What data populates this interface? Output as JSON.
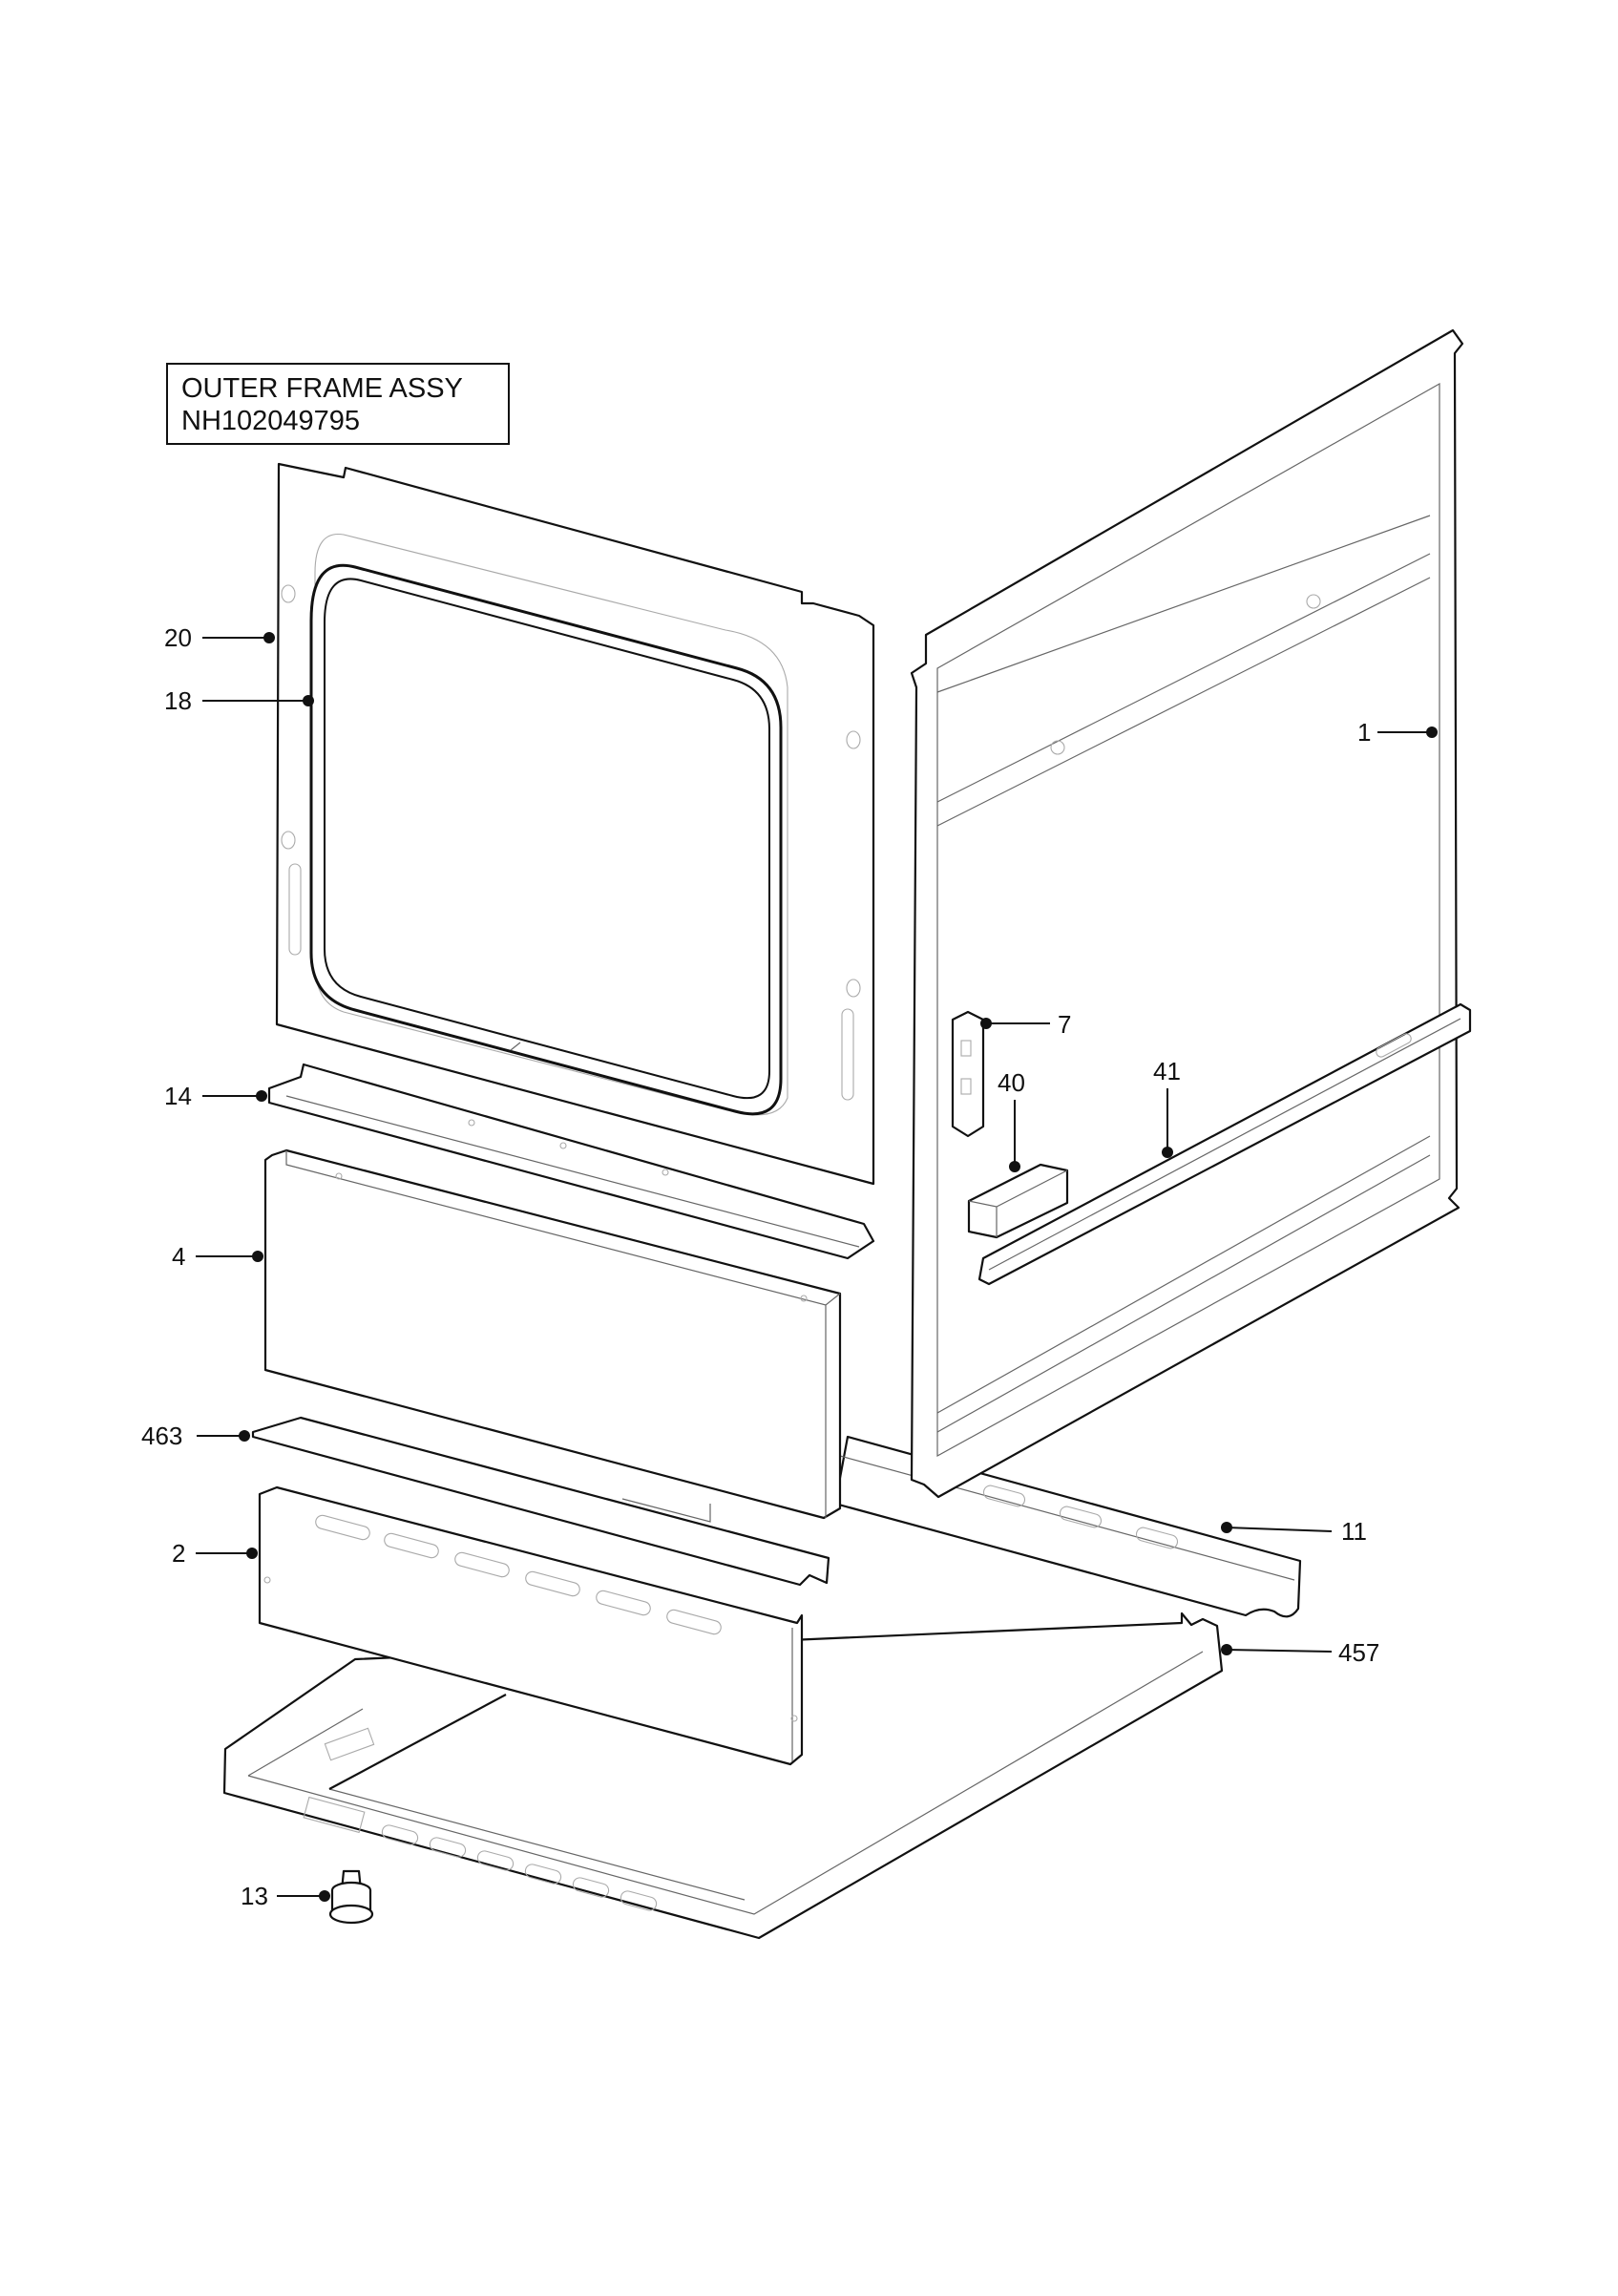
{
  "title": {
    "line1": "OUTER FRAME ASSY",
    "line2": "NH102049795"
  },
  "callouts": [
    "20",
    "18",
    "1",
    "7",
    "40",
    "41",
    "14",
    "4",
    "463",
    "2",
    "11",
    "457",
    "13"
  ]
}
